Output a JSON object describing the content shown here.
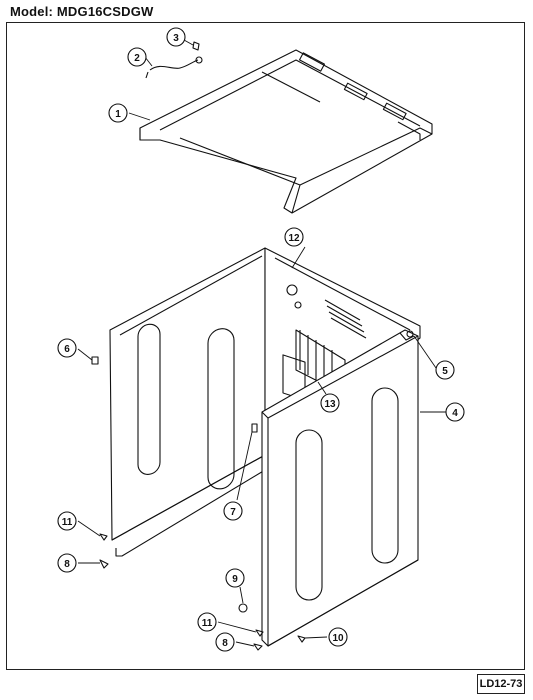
{
  "header": {
    "model_text": "Model:  MDG16CSDGW"
  },
  "footer": {
    "code": "LD12-73"
  },
  "callouts": [
    {
      "id": "c1",
      "label": "1"
    },
    {
      "id": "c2",
      "label": "2"
    },
    {
      "id": "c3",
      "label": "3"
    },
    {
      "id": "c4",
      "label": "4"
    },
    {
      "id": "c5",
      "label": "5"
    },
    {
      "id": "c6",
      "label": "6"
    },
    {
      "id": "c7",
      "label": "7"
    },
    {
      "id": "c8a",
      "label": "8"
    },
    {
      "id": "c8b",
      "label": "8"
    },
    {
      "id": "c9",
      "label": "9"
    },
    {
      "id": "c10",
      "label": "10"
    },
    {
      "id": "c11a",
      "label": "11"
    },
    {
      "id": "c11b",
      "label": "11"
    },
    {
      "id": "c12",
      "label": "12"
    },
    {
      "id": "c13",
      "label": "13"
    }
  ]
}
